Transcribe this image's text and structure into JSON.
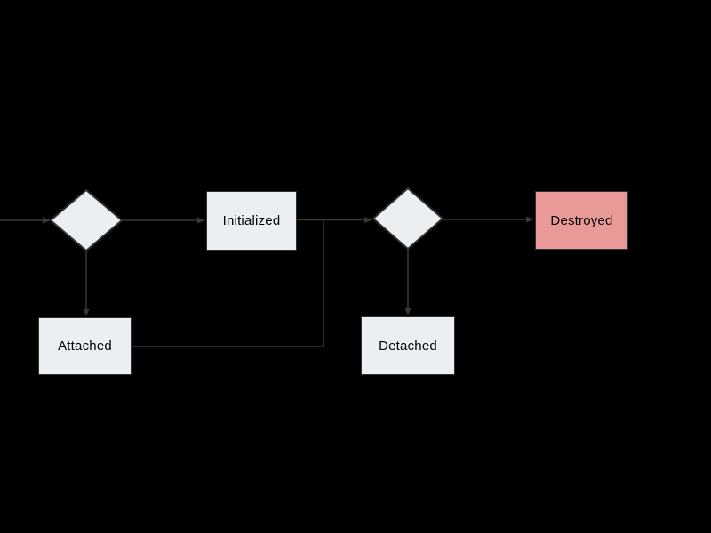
{
  "diagram": {
    "colors": {
      "background": "#000000",
      "connector": "#35393d",
      "node_fill": "#eceff1",
      "node_border": "#2e3235",
      "destroyed_fill": "#ea9999",
      "text": "#000000"
    },
    "nodes": {
      "decision_start": {
        "type": "diamond",
        "label": ""
      },
      "initialized": {
        "type": "box",
        "label": "Initialized"
      },
      "attached": {
        "type": "box",
        "label": "Attached"
      },
      "decision_teardown": {
        "type": "diamond",
        "label": ""
      },
      "detached": {
        "type": "box",
        "label": "Detached"
      },
      "destroyed": {
        "type": "box",
        "label": "Destroyed"
      }
    },
    "edges": [
      {
        "from": "entry",
        "to": "decision_start"
      },
      {
        "from": "decision_start",
        "to": "initialized"
      },
      {
        "from": "decision_start",
        "to": "attached"
      },
      {
        "from": "initialized",
        "to": "decision_teardown"
      },
      {
        "from": "attached",
        "to": "decision_teardown"
      },
      {
        "from": "decision_teardown",
        "to": "detached"
      },
      {
        "from": "decision_teardown",
        "to": "destroyed"
      }
    ]
  }
}
